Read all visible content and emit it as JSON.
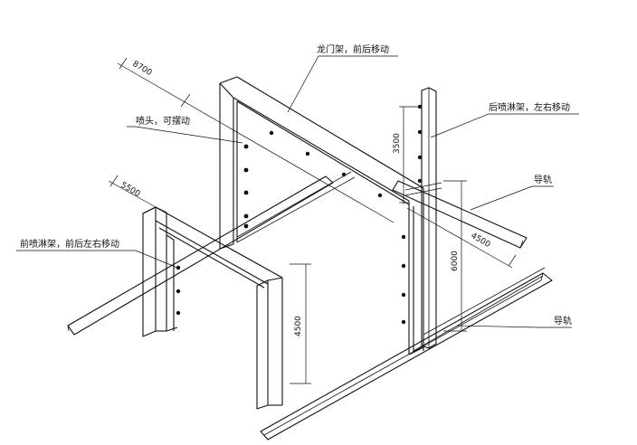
{
  "labels": {
    "gantry": "龙门架，前后移动",
    "nozzle": "喷头，可摆动",
    "rear_rack": "后喷淋架，左右移动",
    "rail_right": "导轨",
    "front_rack": "前喷淋架，前后左右移动",
    "rail_bottom": "导轨"
  },
  "dimensions": {
    "length_gantry": "8700",
    "length_front": "5500",
    "height_rear": "3500",
    "width_rear": "4500",
    "height_gantry": "6000",
    "height_front": "4500"
  },
  "colors": {
    "line": "#111111",
    "background": "#ffffff"
  }
}
